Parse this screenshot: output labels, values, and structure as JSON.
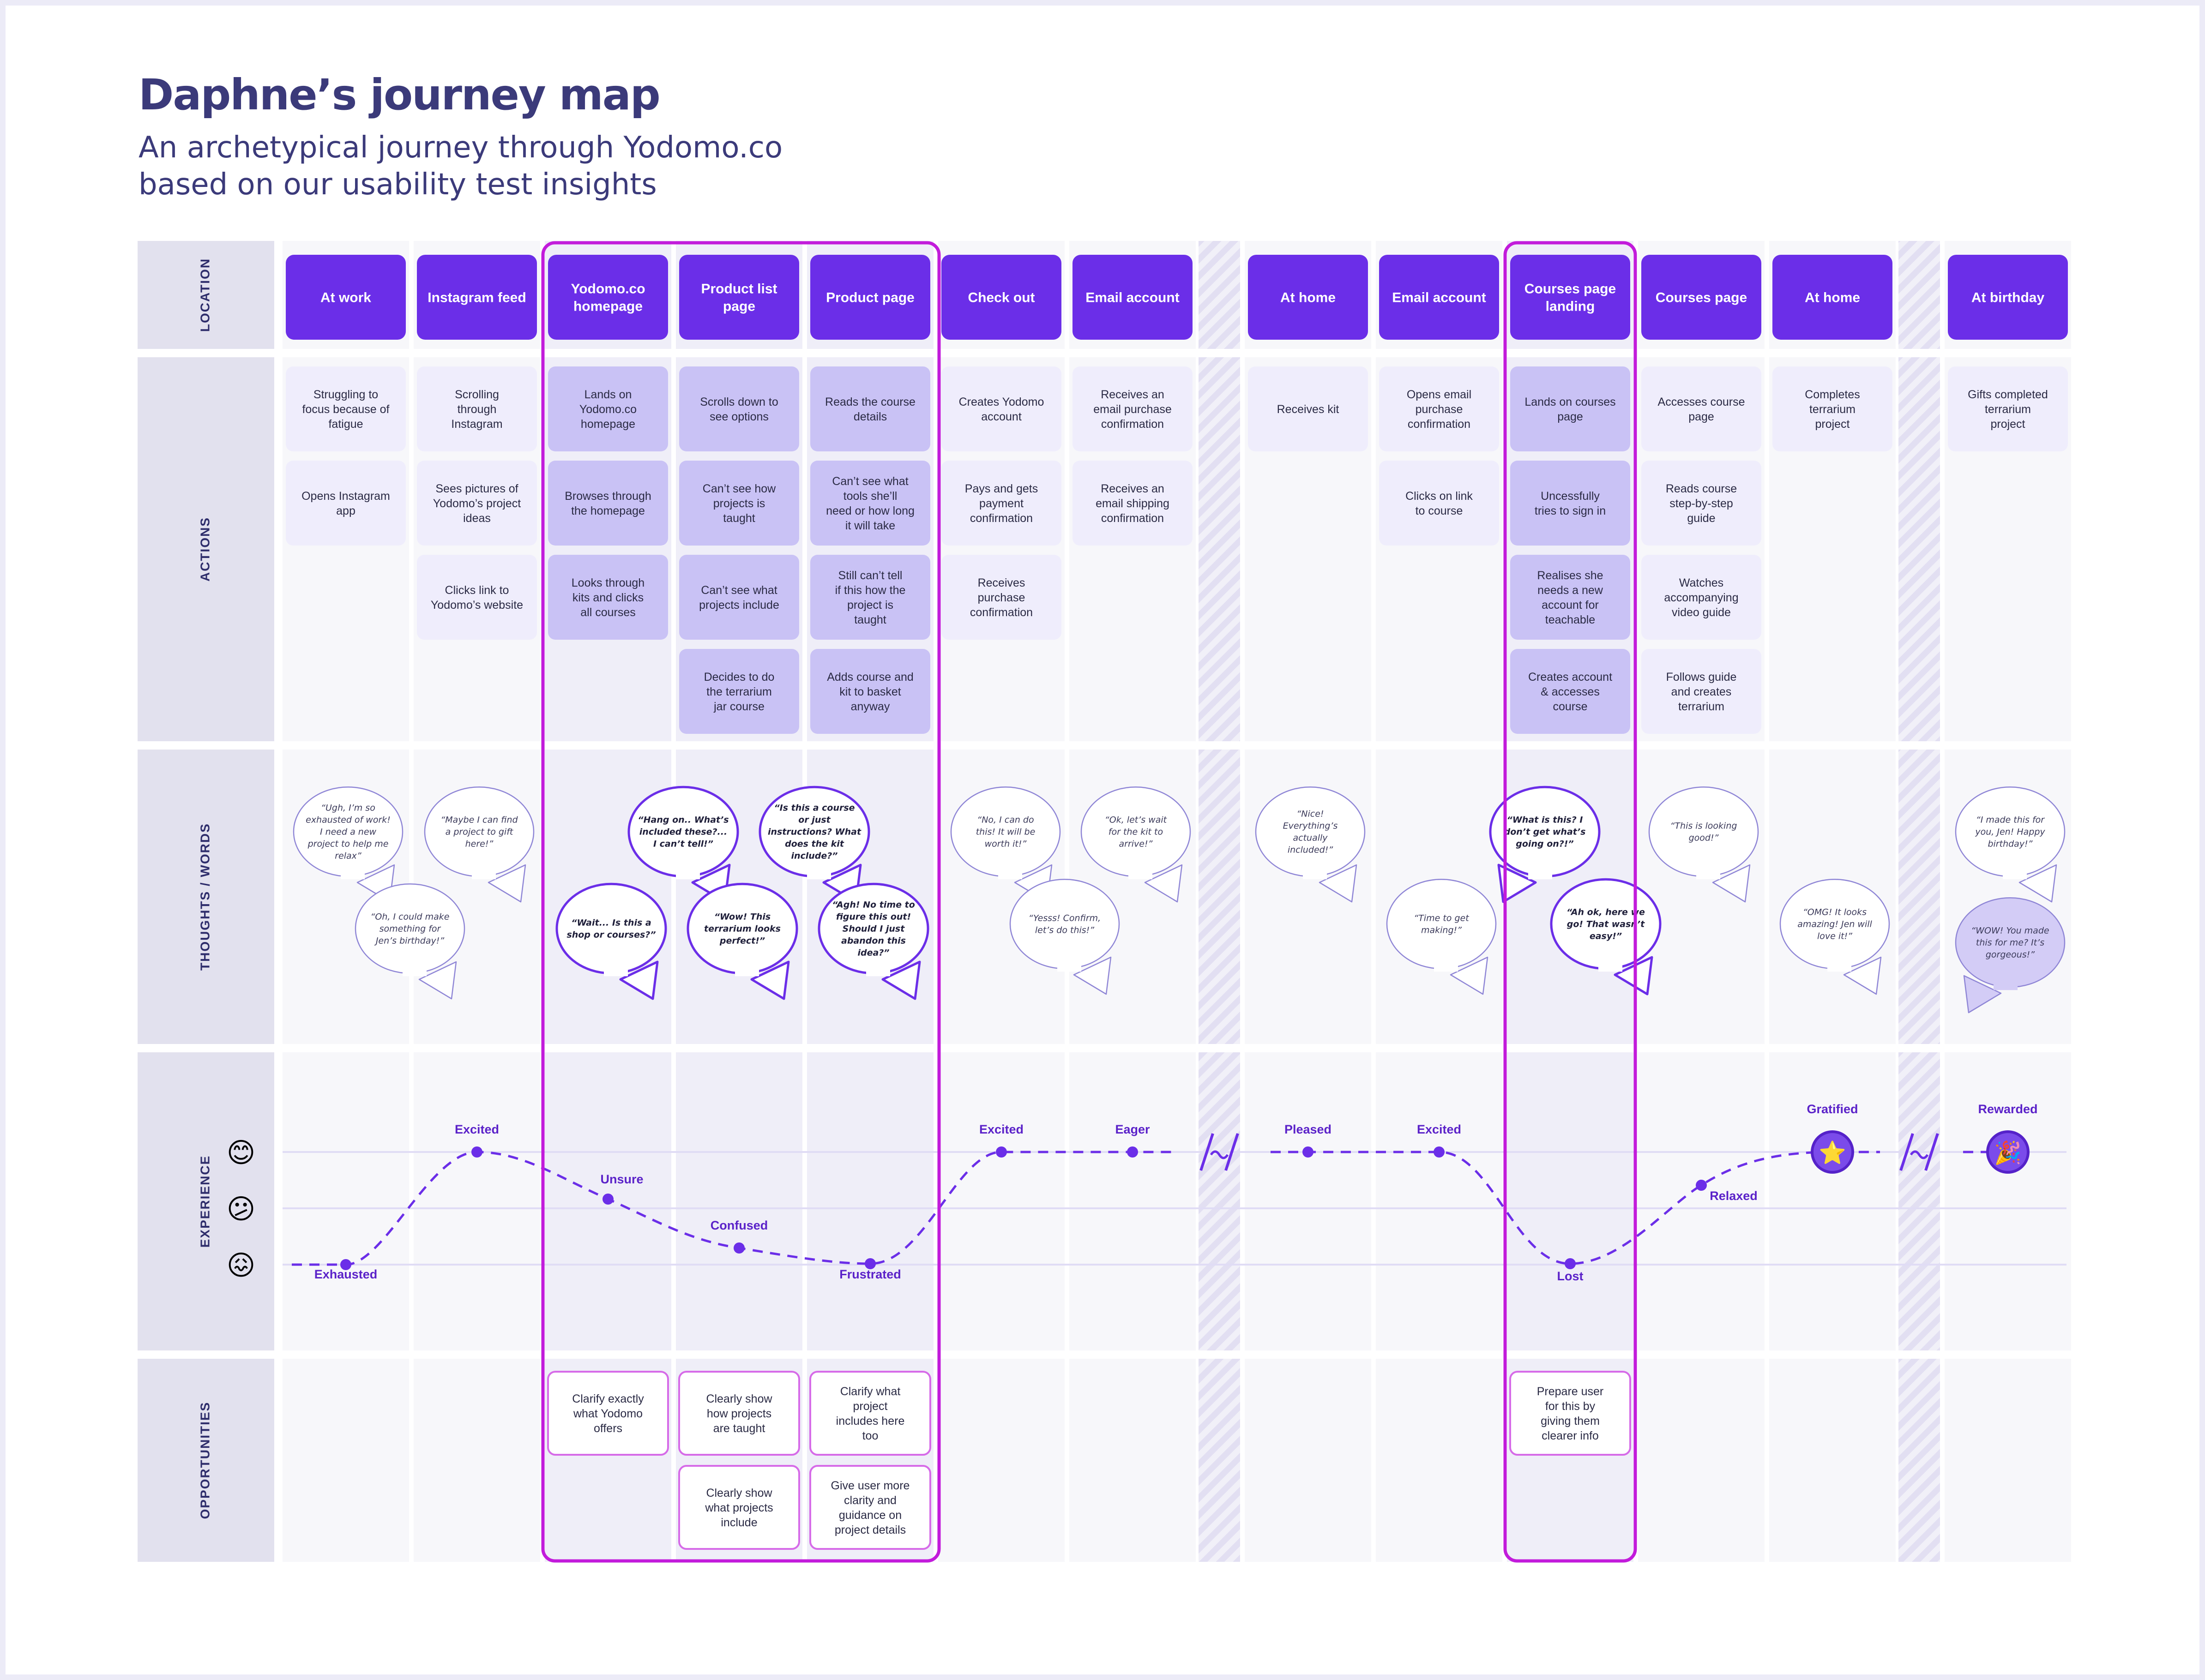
{
  "header": {
    "title": "Daphne’s journey map",
    "subtitle_lines": [
      "An archetypical journey through Yodomo.co",
      "based on our usability test insights"
    ]
  },
  "colors": {
    "accent": "#6B2EE8",
    "highlight": "#C21BDB",
    "label_bg": "#E2E1EE",
    "label_text": "#2E2D6B",
    "card_light": "#EFEDFC",
    "card_dark": "#C9C2F5",
    "column_bg": "#F7F7FA"
  },
  "row_labels": [
    "LOCATION",
    "ACTIONS",
    "THOUGHTS / WORDS",
    "EXPERIENCE",
    "OPPORTUNITIES"
  ],
  "columns": [
    {
      "location": "At work",
      "actions": [
        "Struggling to focus because of fatigue",
        "Opens Instagram app"
      ],
      "emotion": "Exhausted"
    },
    {
      "location": "Instagram feed",
      "actions": [
        "Scrolling through Instagram",
        "Sees pictures of Yodomo’s project ideas",
        "Clicks link to Yodomo’s website"
      ],
      "emotion": "Excited"
    },
    {
      "location": "Yodomo.co homepage",
      "actions": [
        "Lands on Yodomo.co homepage",
        "Browses through the homepage",
        "Looks through kits and clicks all courses"
      ],
      "emotion": "Unsure",
      "opportunities": [
        "Clarify exactly what Yodomo offers"
      ]
    },
    {
      "location": "Product list page",
      "actions": [
        "Scrolls down to see options",
        "Can’t see how projects is taught",
        "Can’t see what projects include",
        "Decides to do the terrarium jar course"
      ],
      "emotion": "Confused",
      "opportunities": [
        "Clearly show how projects are taught",
        "Clearly show what projects include"
      ]
    },
    {
      "location": "Product page",
      "actions": [
        "Reads the course details",
        "Can’t see what tools she’ll need or how long it will take",
        "Still can’t tell if this how the project is taught",
        "Adds course and kit to basket anyway"
      ],
      "emotion": "Frustrated",
      "opportunities": [
        "Clarify what project includes here too",
        "Give user more clarity and guidance on project details"
      ]
    },
    {
      "location": "Check out",
      "actions": [
        "Creates Yodomo account",
        "Pays and gets payment confirmation",
        "Receives purchase confirmation"
      ],
      "emotion": "Excited"
    },
    {
      "location": "Email account",
      "actions": [
        "Receives an email purchase confirmation",
        "Receives an email shipping confirmation"
      ],
      "emotion": "Eager"
    },
    {
      "location": "At home",
      "actions": [
        "Receives kit"
      ],
      "emotion": "Pleased"
    },
    {
      "location": "Email account",
      "actions": [
        "Opens email purchase confirmation",
        "Clicks on link to course"
      ],
      "emotion": "Excited"
    },
    {
      "location": "Courses page landing",
      "actions": [
        "Lands on courses page",
        "Uncessfully tries to sign in",
        "Realises she needs a new account for teachable",
        "Creates account & accesses course"
      ],
      "emotion": "Lost",
      "opportunities": [
        "Prepare user for this by giving them clearer info"
      ]
    },
    {
      "location": "Courses page",
      "actions": [
        "Accesses course page",
        "Reads course step-by-step guide",
        "Watches accompanying video guide",
        "Follows guide and creates terrarium"
      ],
      "emotion": "Relaxed"
    },
    {
      "location": "At home",
      "actions": [
        "Completes terrarium project"
      ],
      "emotion": "Gratified"
    },
    {
      "location": "At birthday",
      "actions": [
        "Gifts completed terrarium project"
      ],
      "emotion": "Rewarded"
    }
  ],
  "thoughts": [
    {
      "text": "“Ugh, I’m so exhausted of work! I need a new project to help me relax”",
      "bold": false
    },
    {
      "text": "“Oh, I could make something for Jen’s birthday!”",
      "bold": false
    },
    {
      "text": "“Maybe I can find a project to gift here!”",
      "bold": false
    },
    {
      "text": "“Wait... Is this a shop or courses?”",
      "bold": true
    },
    {
      "text": "“Hang on.. What’s included these?... I can’t tell!”",
      "bold": true
    },
    {
      "text": "“Wow! This terrarium looks perfect!”",
      "bold": true
    },
    {
      "text": "“Is this a course or just instructions? What does the kit include?”",
      "bold": true
    },
    {
      "text": "“Agh! No time to figure this out! Should I just abandon this idea?”",
      "bold": true
    },
    {
      "text": "“No, I can do this! It will be worth it!”",
      "bold": false
    },
    {
      "text": "“Yesss! Confirm, let’s do this!”",
      "bold": false
    },
    {
      "text": "“Ok, let’s wait for the kit to arrive!”",
      "bold": false
    },
    {
      "text": "“Nice! Everything’s actually included!”",
      "bold": false
    },
    {
      "text": "“Time to get making!”",
      "bold": false
    },
    {
      "text": "“What is this? I don’t get what’s going on?!”",
      "bold": true
    },
    {
      "text": "“Ah ok, here we go! That wasn’t easy!”",
      "bold": true
    },
    {
      "text": "“This is looking good!”",
      "bold": false
    },
    {
      "text": "“OMG! It looks amazing! Jen will love it!”",
      "bold": false
    },
    {
      "text": "“I made this for you, Jen! Happy birthday!”",
      "bold": false
    },
    {
      "text": "“WOW! You made this for me? It’s gorgeous!”",
      "bold": false
    }
  ],
  "experience_levels": [
    {
      "face": "😊",
      "level": "positive"
    },
    {
      "face": "😕",
      "level": "neutral"
    },
    {
      "face": "😖",
      "level": "negative"
    }
  ],
  "experience_icons": {
    "gratified": "⭐",
    "rewarded": "🎉"
  }
}
